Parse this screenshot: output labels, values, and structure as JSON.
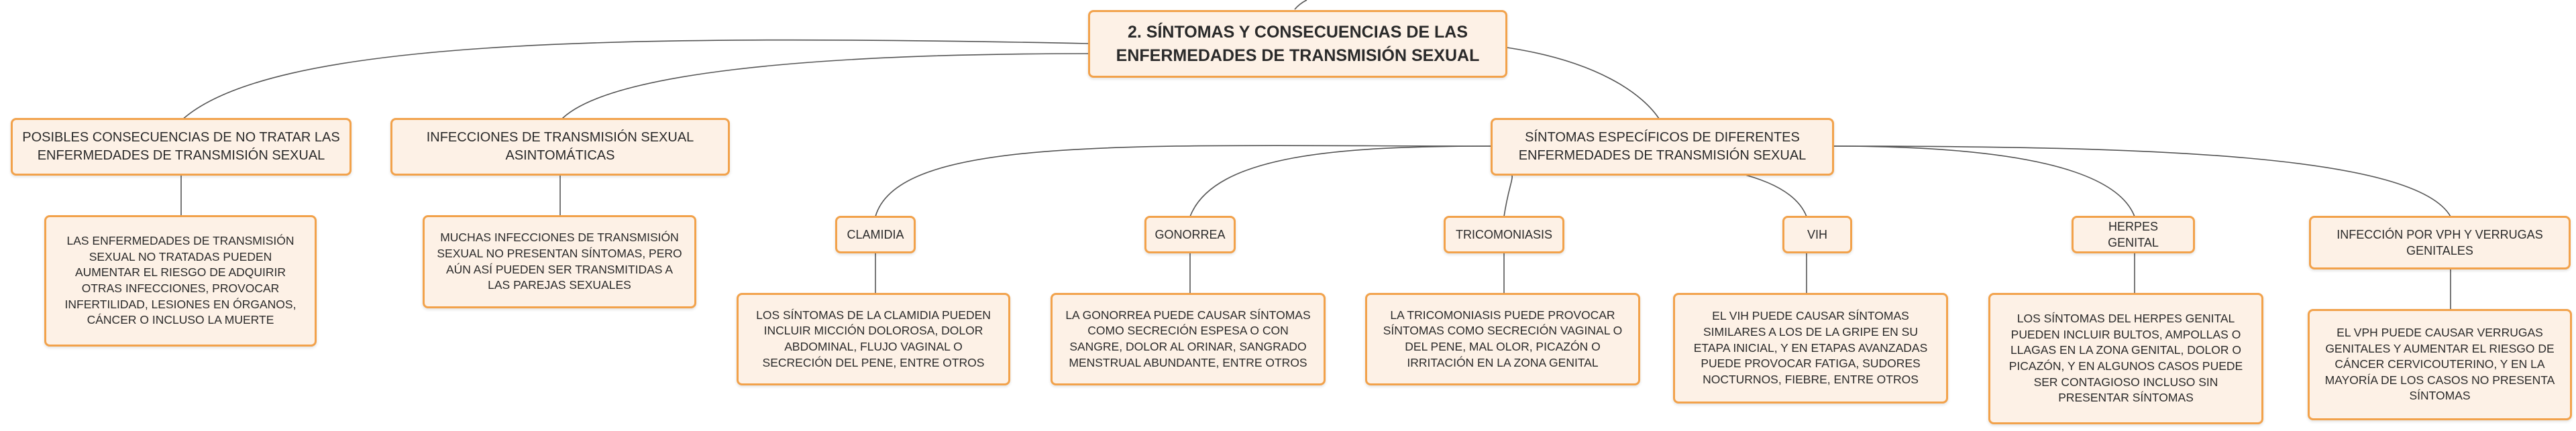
{
  "root": {
    "title": "2. SÍNTOMAS Y CONSECUENCIAS DE LAS ENFERMEDADES DE TRANSMISIÓN SEXUAL"
  },
  "branches": {
    "consecuencias": {
      "title": "POSIBLES CONSECUENCIAS DE NO TRATAR LAS ENFERMEDADES DE TRANSMISIÓN SEXUAL",
      "detail": "LAS ENFERMEDADES DE TRANSMISIÓN SEXUAL NO TRATADAS PUEDEN AUMENTAR EL RIESGO DE ADQUIRIR OTRAS INFECCIONES, PROVOCAR INFERTILIDAD, LESIONES EN ÓRGANOS, CÁNCER O INCLUSO LA MUERTE"
    },
    "asintomaticas": {
      "title": "INFECCIONES DE TRANSMISIÓN SEXUAL ASINTOMÁTICAS",
      "detail": "MUCHAS INFECCIONES DE TRANSMISIÓN SEXUAL NO PRESENTAN SÍNTOMAS, PERO AÚN ASÍ PUEDEN SER TRANSMITIDAS A LAS PAREJAS SEXUALES"
    },
    "sintomas": {
      "title": "SÍNTOMAS ESPECÍFICOS DE DIFERENTES ENFERMEDADES DE TRANSMISIÓN SEXUAL",
      "diseases": [
        {
          "name": "CLAMIDIA",
          "detail": "LOS SÍNTOMAS DE LA CLAMIDIA PUEDEN INCLUIR MICCIÓN DOLOROSA, DOLOR ABDOMINAL, FLUJO VAGINAL O SECRECIÓN DEL PENE, ENTRE OTROS"
        },
        {
          "name": "GONORREA",
          "detail": "LA GONORREA PUEDE CAUSAR SÍNTOMAS COMO SECRECIÓN ESPESA O CON SANGRE, DOLOR AL ORINAR, SANGRADO MENSTRUAL ABUNDANTE, ENTRE OTROS"
        },
        {
          "name": "TRICOMONIASIS",
          "detail": "LA TRICOMONIASIS PUEDE PROVOCAR SÍNTOMAS COMO SECRECIÓN VAGINAL O DEL PENE, MAL OLOR, PICAZÓN O IRRITACIÓN EN LA ZONA GENITAL"
        },
        {
          "name": "VIH",
          "detail": "EL VIH PUEDE CAUSAR SÍNTOMAS SIMILARES A LOS DE LA GRIPE EN SU ETAPA INICIAL, Y EN ETAPAS AVANZADAS PUEDE PROVOCAR FATIGA, SUDORES NOCTURNOS, FIEBRE, ENTRE OTROS"
        },
        {
          "name": "HERPES GENITAL",
          "detail": "LOS SÍNTOMAS DEL HERPES GENITAL PUEDEN INCLUIR BULTOS, AMPOLLAS O LLAGAS EN LA ZONA GENITAL, DOLOR O PICAZÓN, Y EN ALGUNOS CASOS PUEDE SER CONTAGIOSO INCLUSO SIN PRESENTAR SÍNTOMAS"
        },
        {
          "name": "INFECCIÓN POR VPH Y VERRUGAS GENITALES",
          "detail": "EL VPH PUEDE CAUSAR VERRUGAS GENITALES Y AUMENTAR EL RIESGO DE CÁNCER CERVICOUTERINO, Y EN LA MAYORÍA DE LOS CASOS NO PRESENTA SÍNTOMAS"
        }
      ]
    }
  },
  "colors": {
    "node_fill": "#fdf1e6",
    "node_border": "#f2a24b",
    "connector": "#555555",
    "text": "#2a2a2a"
  }
}
